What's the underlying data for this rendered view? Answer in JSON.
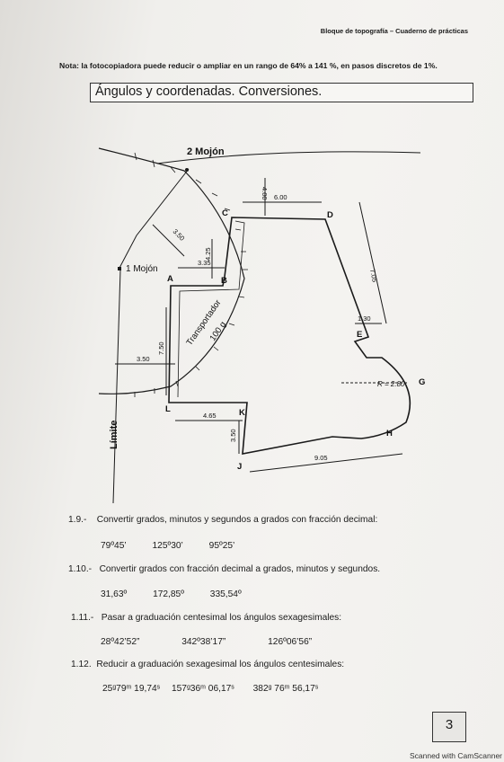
{
  "header": {
    "running_title": "Bloque de topografía – Cuaderno de prácticas"
  },
  "note": "Nota: la fotocopiadora puede reducir o ampliar en un rango de 64% a 141 %, en pasos discretos de 1%.",
  "section_title": "Ángulos y coordenadas. Conversiones.",
  "figure": {
    "labels": {
      "mojon2": "2 Mojón",
      "mojon1": "1 Mojón",
      "limite": "Límite",
      "transportador": "Transportador",
      "grad": "100 g",
      "radius": "R = 2.80",
      "points": [
        "A",
        "B",
        "C",
        "D",
        "E",
        "G",
        "H",
        "J",
        "K",
        "L"
      ]
    },
    "dimensions": [
      "4.00",
      "6.00",
      "3.50",
      "4.25",
      "3.35",
      "7.50",
      "3.50",
      "4.65",
      "3.50",
      "9.05",
      "7.05",
      "1.30"
    ]
  },
  "exercises": [
    {
      "number": "1.9.-",
      "text": "Convertir grados, minutos y segundos a grados con fracción decimal:",
      "values": [
        "79º45’",
        "125º30’",
        "95º25’"
      ]
    },
    {
      "number": "1.10.-",
      "text": "Convertir grados con fracción decimal a grados, minutos y segundos.",
      "values": [
        "31,63º",
        "172,85º",
        "335,54º"
      ]
    },
    {
      "number": "1.11.-",
      "text": "Pasar a graduación centesimal los ángulos sexagesimales:",
      "values": [
        "28º42’52”",
        "342º38’17”",
        "126º06’56”"
      ]
    },
    {
      "number": "1.12.",
      "text": "Reducir a graduación sexagesimal los ángulos centesimales:",
      "values": [
        "25ᵍ79ᵐ 19,74ˢ",
        "157ᵍ36ᵐ 06,17ˢ",
        "382ᵍ 76ᵐ 56,17ˢ"
      ]
    }
  ],
  "page_number": "3",
  "scanner_footer": "Scanned with CamScanner"
}
